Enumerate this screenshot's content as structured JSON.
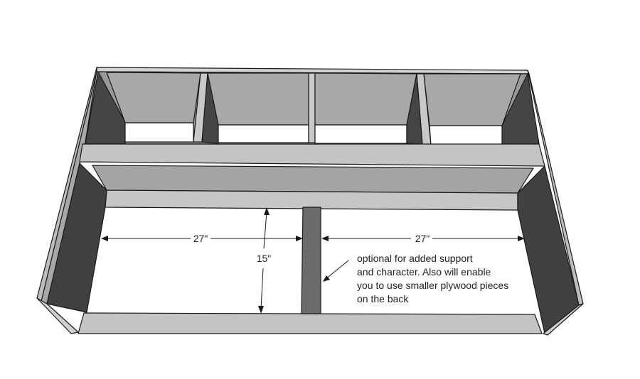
{
  "dimensions": {
    "left_width": "27\"",
    "right_width": "27\"",
    "height": "15\""
  },
  "note": {
    "lines": [
      "optional for added support",
      "and character.  Also will enable",
      "you to use smaller plywood pieces",
      "on the back"
    ]
  },
  "colors": {
    "panel_light": "#c8c8c8",
    "panel_mid": "#a9a9a9",
    "panel_dark": "#404040",
    "panel_top": "#d6d6d6",
    "outline": "#1a1a1a"
  }
}
